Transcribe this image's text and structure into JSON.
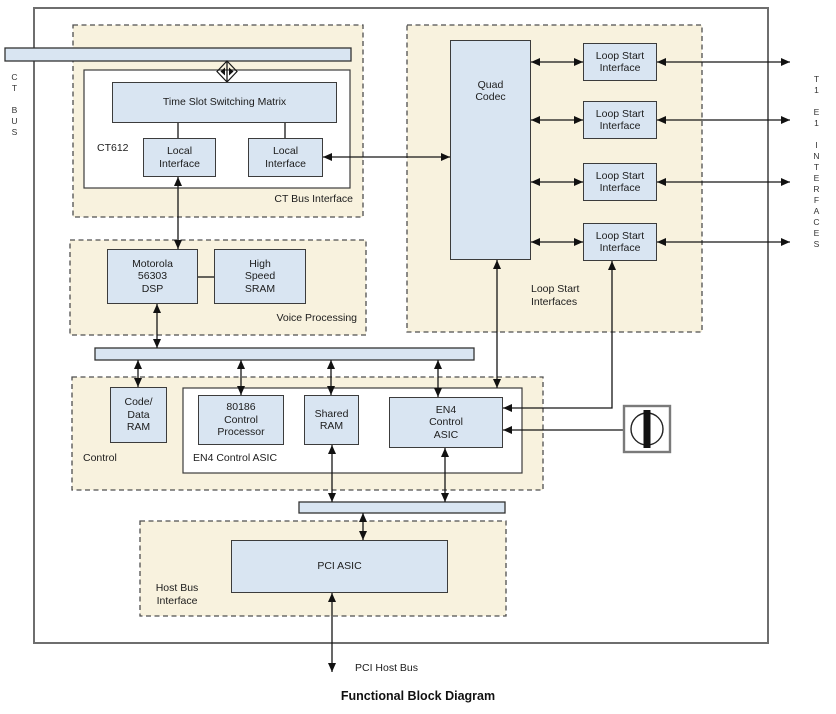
{
  "title": "Functional Block Diagram",
  "buses": {
    "ct_bus_label": "CT BUS",
    "t1e1_label": "T1 E1 INTERFACES",
    "pci_host_bus_label": "PCI Host Bus"
  },
  "regions": {
    "ct_bus_interface": {
      "label": "CT Bus Interface",
      "chip_label": "CT612",
      "blocks": {
        "switch_matrix": "Time Slot Switching Matrix",
        "local_interface_left": "Local\nInterface",
        "local_interface_right": "Local\nInterface"
      }
    },
    "voice_processing": {
      "label": "Voice Processing",
      "blocks": {
        "dsp": "Motorola\n56303\nDSP",
        "sram": "High\nSpeed\nSRAM"
      }
    },
    "loop_start_interfaces": {
      "label": "Loop Start\nInterfaces",
      "blocks": {
        "quad_codec": "Quad\nCodec",
        "units": [
          {
            "label": "Loop Start\nInterface"
          },
          {
            "label": "Loop Start\nInterface"
          },
          {
            "label": "Loop Start\nInterface"
          },
          {
            "label": "Loop Start\nInterface"
          }
        ]
      }
    },
    "control": {
      "label": "Control",
      "group_label": "EN4 Control ASIC",
      "blocks": {
        "code_data_ram": "Code/\nData\nRAM",
        "control_processor": "80186\nControl\nProcessor",
        "shared_ram": "Shared\nRAM",
        "en4_asic": "EN4\nControl\nASIC"
      }
    },
    "host_bus_interface": {
      "label": "Host Bus\nInterface",
      "blocks": {
        "pci_asic": "PCI ASIC"
      }
    }
  },
  "icons": {
    "oscillator": "clock-oscillator-icon",
    "bus_tap": "diamond-bus-tap-icon"
  },
  "colors": {
    "block_fill": "#d9e5f2",
    "region_fill": "#f8f2de",
    "wire": "#161616",
    "block_border": "#3c3c3c",
    "board_border": "#6e6e6e"
  }
}
